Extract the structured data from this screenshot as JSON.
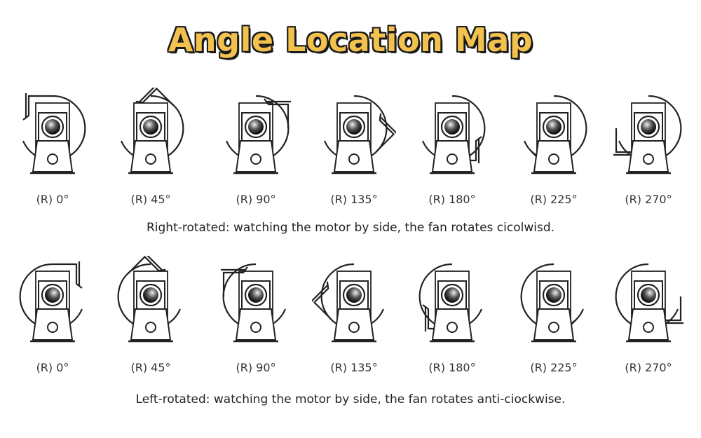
{
  "title": "Angle Location Map",
  "rows": [
    {
      "id": "right",
      "labels": [
        "(R)  0°",
        "(R)  45°",
        "(R)  90°",
        "(R)  135°",
        "(R)  180°",
        "(R)  225°",
        "(R)  270°"
      ],
      "caption": "Right-rotated: watching the motor by side, the fan rotates cicolwisd."
    },
    {
      "id": "left",
      "labels": [
        "(R)  0°",
        "(R)  45°",
        "(R)  90°",
        "(R)  135°",
        "(R)  180°",
        "(R)  225°",
        "(R)  270°"
      ],
      "caption": "Left-rotated: watching the motor by side, the fan rotates anti-ciockwise."
    }
  ],
  "angles": [
    0,
    45,
    90,
    135,
    180,
    225,
    270
  ],
  "colors": {
    "title_fill": "#f2c14e",
    "title_outline": "#1a1a1a",
    "line": "#222222"
  },
  "icon": "centrifugal-fan-icon"
}
